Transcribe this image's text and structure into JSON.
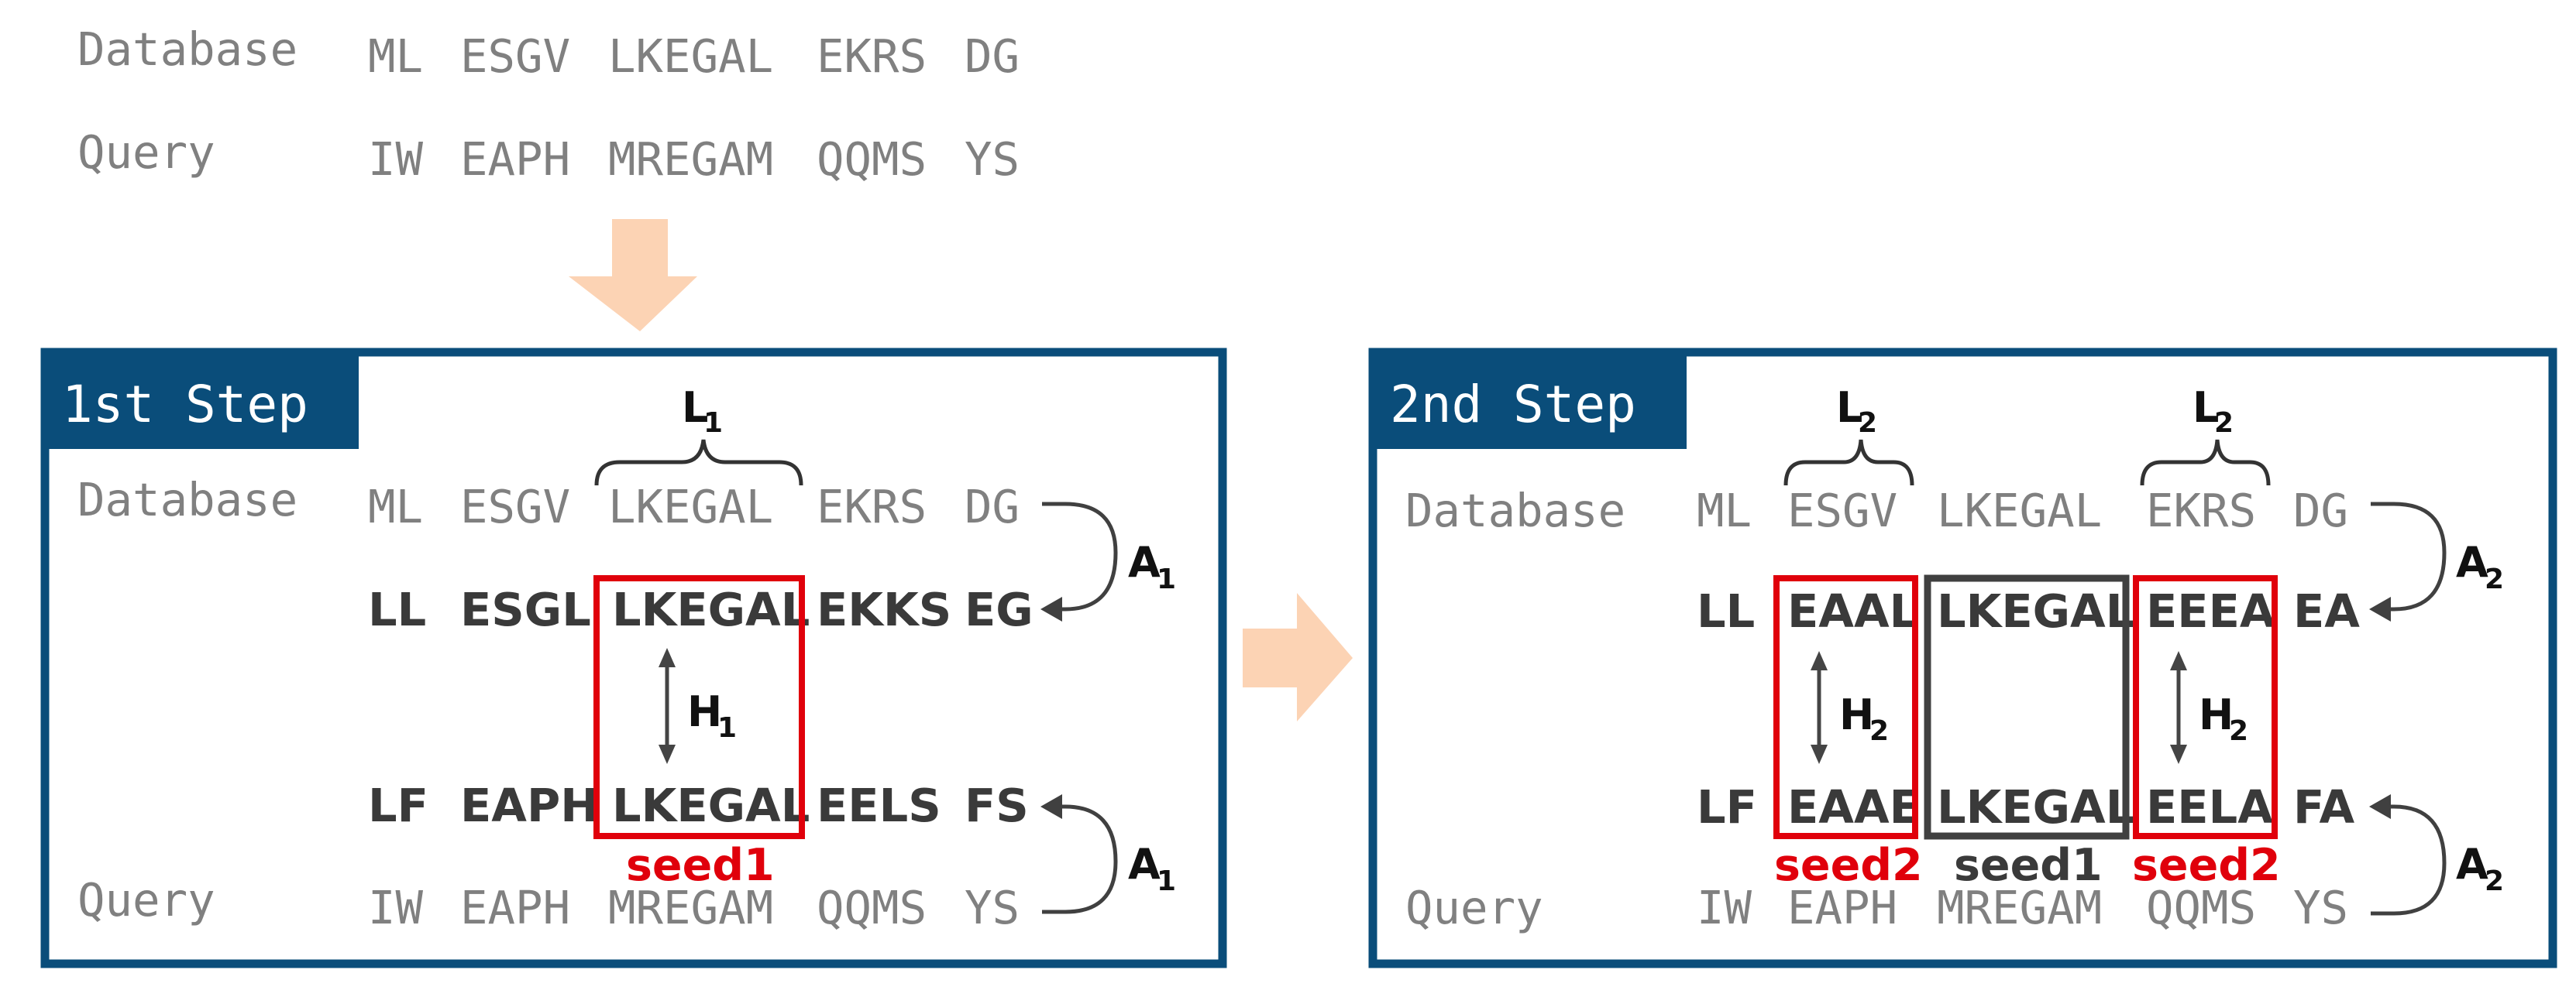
{
  "colors": {
    "panel_border": "#0a4d7a",
    "title_fill": "#0a4d7a",
    "flow_arrow": "#fcd3b4",
    "seed_box_red": "#e0000b",
    "seed_box_dark": "#404040",
    "connector": "#404040",
    "gray_text": "#808080",
    "bold_text": "#3a3a3a"
  },
  "icons": {
    "flow": "block-arrow",
    "link": "curved-arrow",
    "bidirectional": "double-headed-arrow",
    "span": "curly-brace"
  },
  "top": {
    "database_label": "Database",
    "query_label": "Query",
    "database_tokens": [
      "ML",
      "ESGV",
      "LKEGAL",
      "EKRS",
      "DG"
    ],
    "query_tokens": [
      "IW",
      "EAPH",
      "MREGAM",
      "QQMS",
      "YS"
    ]
  },
  "step1": {
    "title": "1st Step",
    "database_label": "Database",
    "query_label": "Query",
    "database_tokens": [
      "ML",
      "ESGV",
      "LKEGAL",
      "EKRS",
      "DG"
    ],
    "hit_db_tokens": [
      "LL",
      "ESGL",
      "LKEGAL",
      "EKKS",
      "EG"
    ],
    "hit_query_tokens": [
      "LF",
      "EAPH",
      "LKEGAL",
      "EELS",
      "FS"
    ],
    "query_tokens": [
      "IW",
      "EAPH",
      "MREGAM",
      "QQMS",
      "YS"
    ],
    "brace_label": {
      "main": "L",
      "sub": "1"
    },
    "h_label": {
      "main": "H",
      "sub": "1"
    },
    "a_top_label": {
      "main": "A",
      "sub": "1"
    },
    "a_bottom_label": {
      "main": "A",
      "sub": "1"
    },
    "seed_label": "seed1"
  },
  "step2": {
    "title": "2nd Step",
    "database_label": "Database",
    "query_label": "Query",
    "database_tokens": [
      "ML",
      "ESGV",
      "LKEGAL",
      "EKRS",
      "DG"
    ],
    "hit_db_tokens": [
      "LL",
      "EAAL",
      "LKEGAL",
      "EEEA",
      "EA"
    ],
    "hit_query_tokens": [
      "LF",
      "EAAE",
      "LKEGAL",
      "EELA",
      "FA"
    ],
    "query_tokens": [
      "IW",
      "EAPH",
      "MREGAM",
      "QQMS",
      "YS"
    ],
    "brace_left_label": {
      "main": "L",
      "sub": "2"
    },
    "brace_right_label": {
      "main": "L",
      "sub": "2"
    },
    "h_left_label": {
      "main": "H",
      "sub": "2"
    },
    "h_right_label": {
      "main": "H",
      "sub": "2"
    },
    "a_top_label": {
      "main": "A",
      "sub": "2"
    },
    "a_bottom_label": {
      "main": "A",
      "sub": "2"
    },
    "seed_left_label": "seed2",
    "seed_center_label": "seed1",
    "seed_right_label": "seed2"
  }
}
